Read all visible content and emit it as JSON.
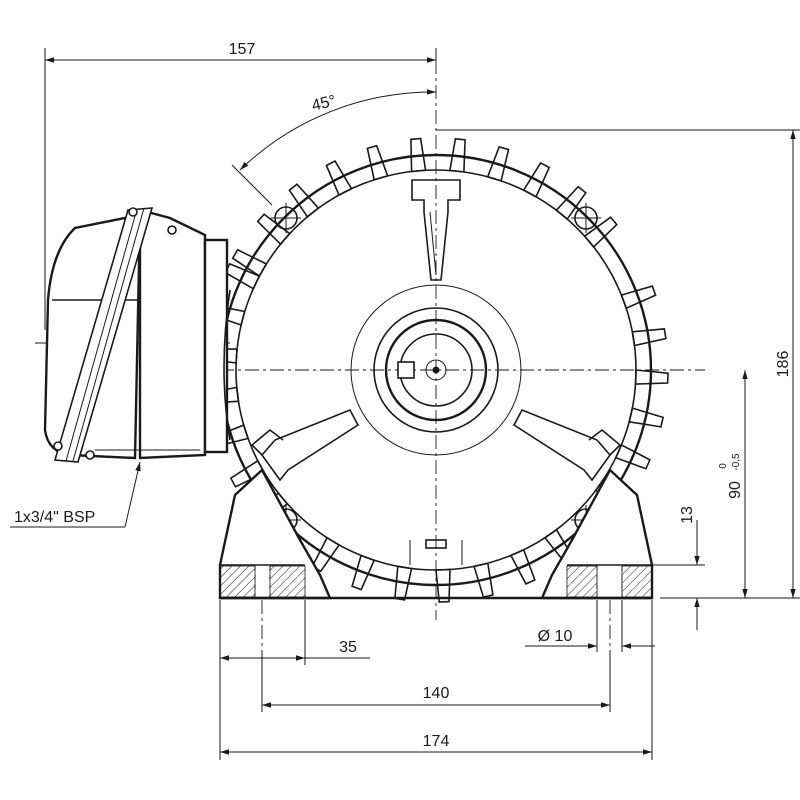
{
  "drawing": {
    "subject": "Motor end view",
    "dimensions": {
      "overall_width_to_center": "157",
      "angle": "45°",
      "overall_height": "186",
      "shaft_height": "90",
      "shaft_height_tol_upper": "0",
      "shaft_height_tol_lower": "-0,5",
      "foot_thickness": "13",
      "foot_hole_offset": "35",
      "foot_hole_diameter": "Ø 10",
      "foot_hole_spacing": "140",
      "foot_width": "174"
    },
    "callouts": {
      "cable_entry": "1x3/4\" BSP"
    }
  }
}
